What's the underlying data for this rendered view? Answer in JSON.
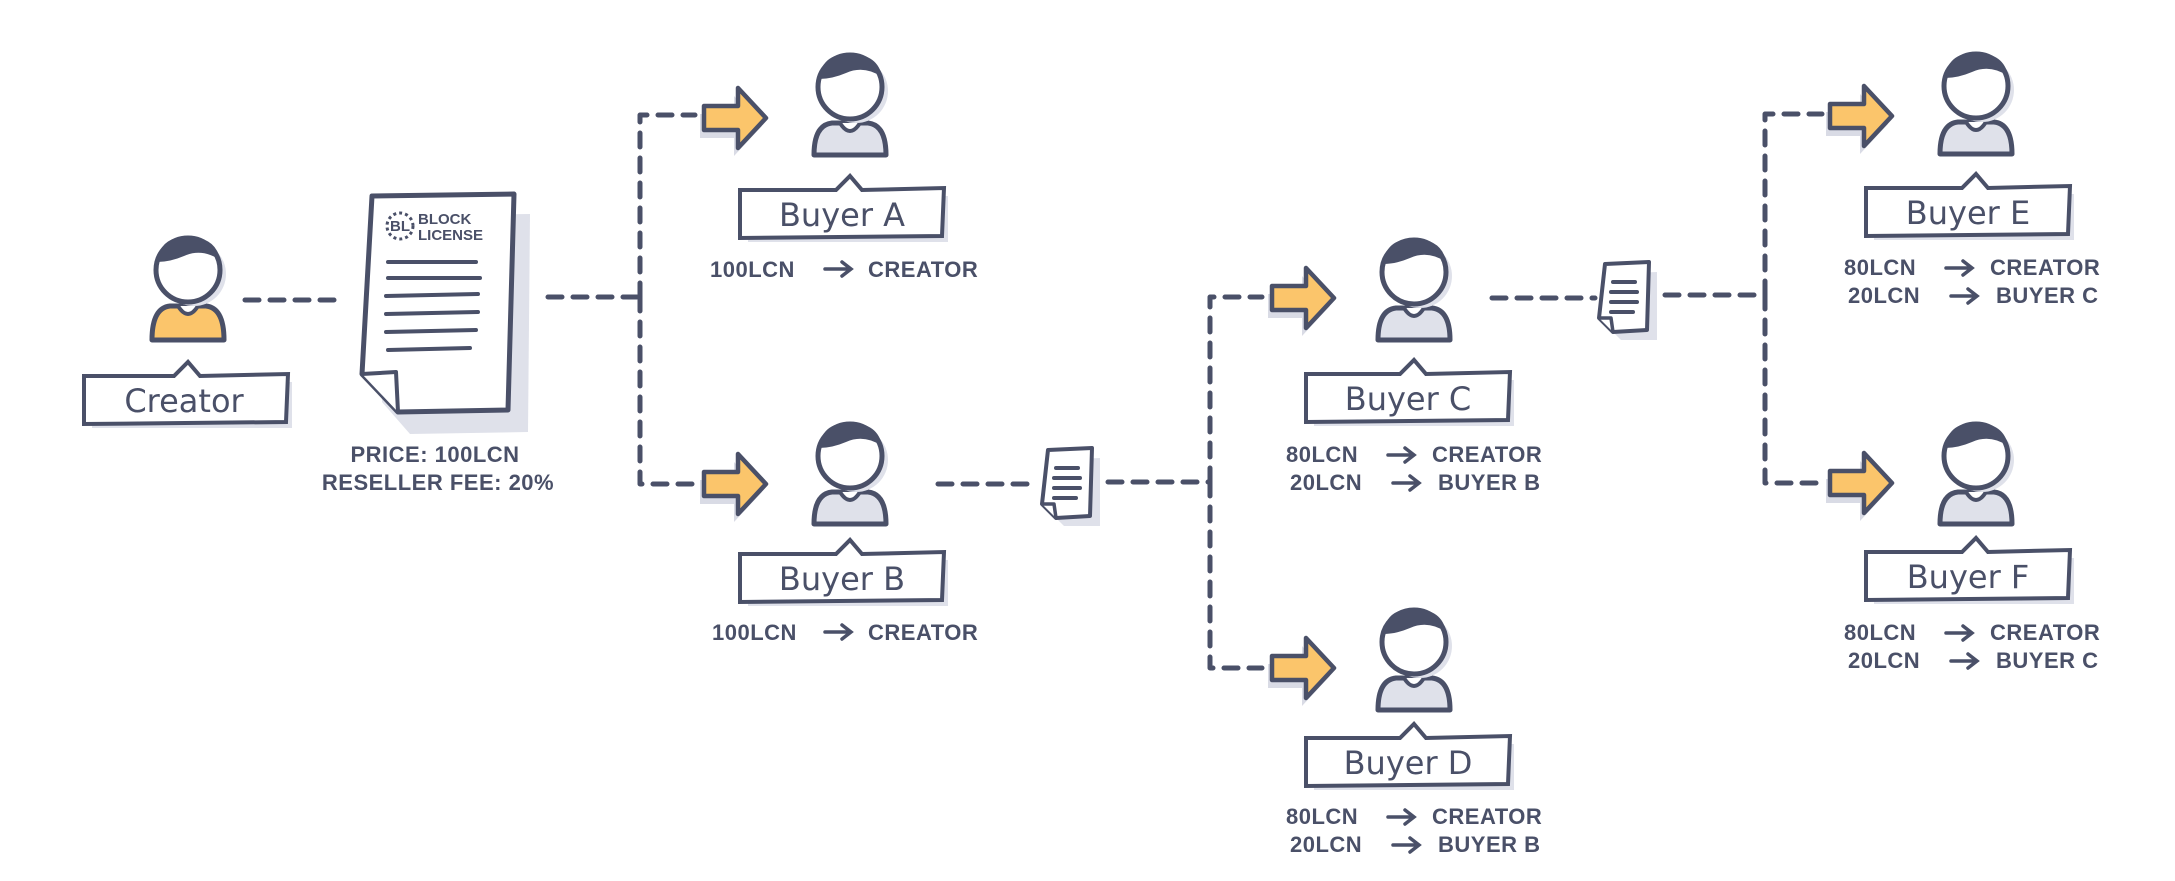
{
  "colors": {
    "ink": "#4a5068",
    "accent": "#fbc56b",
    "shadow": "#dfe1ea",
    "background": "#ffffff"
  },
  "icons": {
    "person": "person-icon",
    "arrow": "arrow-right-icon",
    "license": "license-document-icon",
    "small_doc": "document-icon"
  },
  "license": {
    "logo_line1": "BLOCK",
    "logo_line2": "LICENSE",
    "logo_initials": "BL",
    "price": "PRICE: 100LCN",
    "fee": "RESELLER FEE: 20%"
  },
  "nodes": {
    "creator": {
      "label": "Creator"
    },
    "buyer_a": {
      "label": "Buyer A",
      "tx": [
        {
          "amount": "100LCN",
          "to": "CREATOR"
        }
      ]
    },
    "buyer_b": {
      "label": "Buyer B",
      "tx": [
        {
          "amount": "100LCN",
          "to": "CREATOR"
        }
      ]
    },
    "buyer_c": {
      "label": "Buyer C",
      "tx": [
        {
          "amount": "80LCN",
          "to": "CREATOR"
        },
        {
          "amount": "20LCN",
          "to": "BUYER B"
        }
      ]
    },
    "buyer_d": {
      "label": "Buyer D",
      "tx": [
        {
          "amount": "80LCN",
          "to": "CREATOR"
        },
        {
          "amount": "20LCN",
          "to": "BUYER B"
        }
      ]
    },
    "buyer_e": {
      "label": "Buyer E",
      "tx": [
        {
          "amount": "80LCN",
          "to": "CREATOR"
        },
        {
          "amount": "20LCN",
          "to": "BUYER C"
        }
      ]
    },
    "buyer_f": {
      "label": "Buyer F",
      "tx": [
        {
          "amount": "80LCN",
          "to": "CREATOR"
        },
        {
          "amount": "20LCN",
          "to": "BUYER C"
        }
      ]
    }
  }
}
